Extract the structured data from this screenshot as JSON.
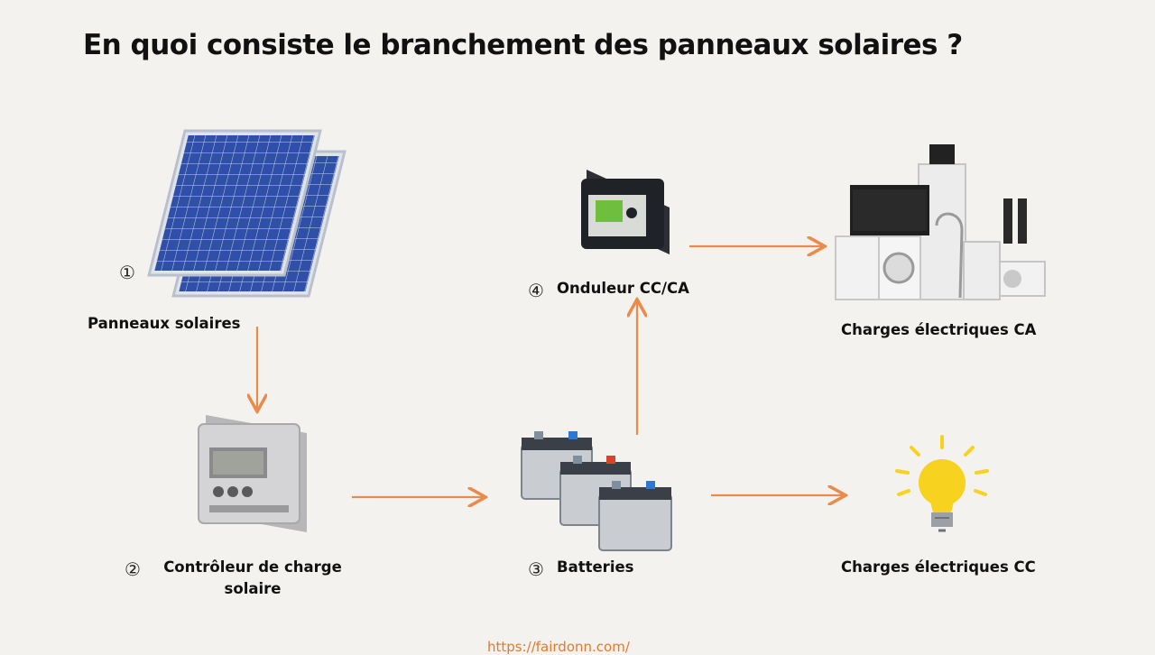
{
  "title": "En quoi consiste le branchement des panneaux solaires ?",
  "colors": {
    "arrow": "#ea8a4b",
    "background": "#f3f2ee",
    "panel": "#2f4fa8",
    "bulb": "#f7d21e"
  },
  "nodes": {
    "panels": {
      "number": "①",
      "label": "Panneaux solaires"
    },
    "controller": {
      "number": "②",
      "label_line1": "Contrôleur de charge",
      "label_line2": "solaire"
    },
    "batteries": {
      "number": "③",
      "label": "Batteries"
    },
    "inverter": {
      "number": "④",
      "label": "Onduleur CC/CA"
    },
    "ac_loads": {
      "label": "Charges électriques CA"
    },
    "dc_loads": {
      "label": "Charges électriques CC"
    }
  },
  "footer": "https://fairdonn.com/"
}
